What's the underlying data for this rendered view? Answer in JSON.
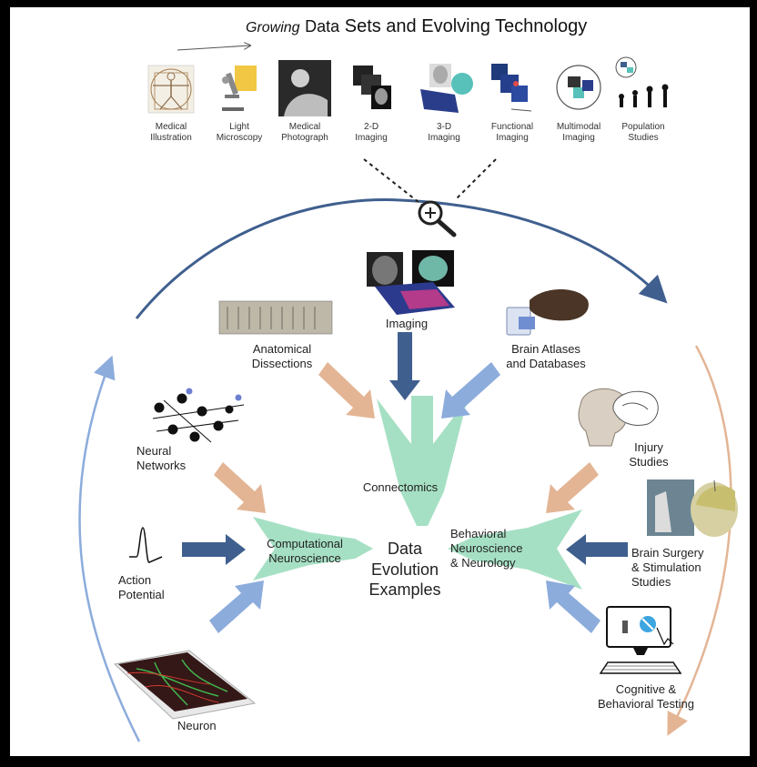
{
  "title": {
    "prefix": "Growing",
    "middle": "Data",
    "suffix": "Sets and Evolving Technology"
  },
  "technologies": [
    {
      "label": "Medical\nIllustration",
      "icon": "vitruvian-man-icon"
    },
    {
      "label": "Light\nMicroscopy",
      "icon": "microscope-icon"
    },
    {
      "label": "Medical\nPhotograph",
      "icon": "patient-photograph-icon"
    },
    {
      "label": "2-D\nImaging",
      "icon": "2d-scan-stack-icon"
    },
    {
      "label": "3-D\nImaging",
      "icon": "3d-brain-render-icon"
    },
    {
      "label": "Functional\nImaging",
      "icon": "functional-scan-icon"
    },
    {
      "label": "Multimodal\nImaging",
      "icon": "multimodal-cycle-icon"
    },
    {
      "label": "Population\nStudies",
      "icon": "human-evolution-icon"
    }
  ],
  "sources": {
    "imaging": "Imaging",
    "anatomical": "Anatomical\nDissections",
    "atlases": "Brain Atlases\nand Databases",
    "neural_networks": "Neural\nNetworks",
    "action_potential": "Action\nPotential",
    "neuron": "Neuron",
    "injury": "Injury\nStudies",
    "surgery": "Brain Surgery\n& Stimulation\nStudies",
    "cognitive": "Cognitive &\nBehavioral Testing"
  },
  "fields": {
    "connectomics": "Connectomics",
    "computational": "Computational\nNeuroscience",
    "behavioral": "Behavioral\nNeuroscience\n& Neurology"
  },
  "center": "Data\nEvolution\nExamples",
  "colors": {
    "green": "#a6e0c4",
    "tan": "#e3b595",
    "navy": "#3f5f8e",
    "lightblue": "#8cacdc",
    "cycle_blue": "#3f5f8e",
    "cycle_tan": "#e3b595"
  }
}
